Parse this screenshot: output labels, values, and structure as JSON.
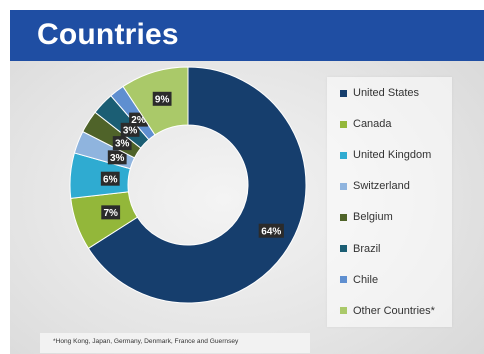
{
  "slide": {
    "title": "Countries",
    "footnote": "*Hong Kong, Japan, Germany, Denmark, France and Guernsey"
  },
  "chart_data": {
    "type": "pie",
    "variant": "donut",
    "categories": [
      "United States",
      "Canada",
      "United Kingdom",
      "Switzerland",
      "Belgium",
      "Brazil",
      "Chile",
      "Other Countries*"
    ],
    "values": [
      64,
      7,
      6,
      3,
      3,
      3,
      2,
      9
    ],
    "data_labels": [
      "64%",
      "7%",
      "6%",
      "3%",
      "3%",
      "3%",
      "2%",
      "9%"
    ],
    "colors": [
      "#163e6d",
      "#93b73a",
      "#2fabd1",
      "#8fb4de",
      "#4f6329",
      "#1b5e74",
      "#5f8fd0",
      "#aac969"
    ],
    "legend_position": "right"
  }
}
